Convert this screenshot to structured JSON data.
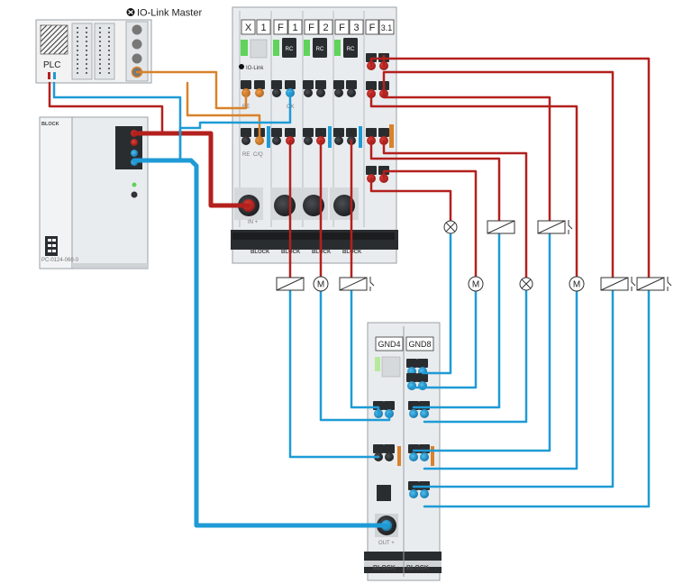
{
  "header": {
    "iolink_master_label": "IO-Link Master"
  },
  "plc": {
    "label": "PLC"
  },
  "power_supply": {
    "brand": "BLOCK",
    "model_text": "PC-0124-060-0"
  },
  "main_module": {
    "brand": "BLOCK",
    "iolink_logo_text": "IO-Link",
    "column_letters": [
      "X",
      "F",
      "F",
      "F",
      "F"
    ],
    "column_numbers": [
      "1",
      "1",
      "2",
      "3",
      "3.1"
    ],
    "rc_label": "RC",
    "ok_label": "OK",
    "re_label": "RE",
    "cq_label": "C/Q",
    "in_label": "IN +",
    "bar_labels": [
      "BLOCK",
      "BLOCK",
      "BLOCK",
      "BLOCK"
    ]
  },
  "gnd_module": {
    "labels": [
      "GND4",
      "GND8"
    ],
    "out_label": "OUT +",
    "brand_labels": [
      "BLOCK",
      "BLOCK"
    ]
  },
  "loads": {
    "upper": [
      "lamp",
      "coil",
      "coil-switch"
    ],
    "lower": [
      "coil",
      "motor",
      "coil-switch",
      "motor",
      "lamp",
      "motor",
      "coil-switch",
      "coil-switch"
    ],
    "motor_symbol_text": "M"
  },
  "colors": {
    "red_wire": "#b3201d",
    "blue_wire": "#1e9bd6",
    "orange_wire": "#d9822b",
    "module_fill": "#e9ecef",
    "terminal_dark": "#2a2d30",
    "led_green": "#5fd35a"
  }
}
